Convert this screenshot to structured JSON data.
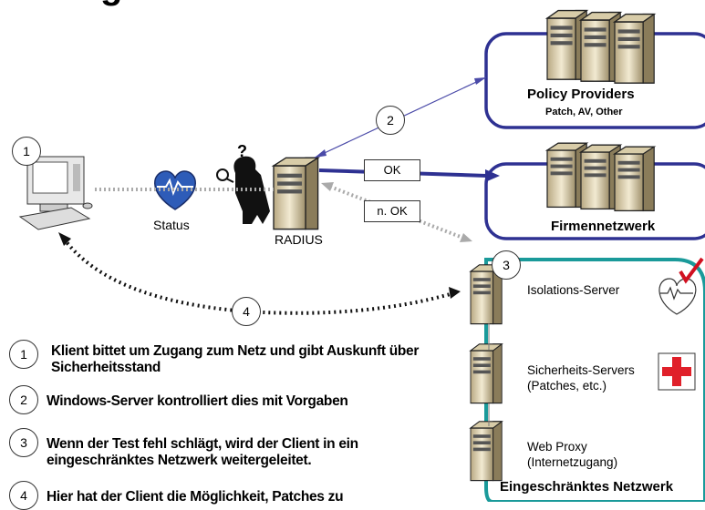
{
  "title_fragment": "g",
  "nodes": {
    "client_step": "1",
    "status_label": "Status",
    "radius_label": "RADIUS",
    "policy_title": "Policy Providers",
    "policy_sub": "Patch, AV, Other",
    "policy_step": "2",
    "ok_label": "OK",
    "nok_label": "n. OK",
    "firmen_label": "Firmennetzwerk",
    "isolation_step": "3",
    "isolation_label": "Isolations-Server",
    "sicherheit_label_1": "Sicherheits-Servers",
    "sicherheit_label_2": "(Patches, etc.)",
    "proxy_label_1": "Web Proxy",
    "proxy_label_2": "(Internetzugang)",
    "restricted_label": "Eingeschränktes Netzwerk",
    "return_step": "4"
  },
  "steps": [
    {
      "num": "1",
      "text_1": "Klient bittet um Zugang zum Netz und gibt Auskunft über",
      "text_2": "Sicherheitsstand"
    },
    {
      "num": "2",
      "text_1": "Windows-Server kontrolliert dies mit Vorgaben",
      "text_2": ""
    },
    {
      "num": "3",
      "text_1": "Wenn der Test fehl schlägt, wird der Client in ein",
      "text_2": "eingeschränktes Netzwerk weitergeleitet."
    },
    {
      "num": "4",
      "text_1": "Hier hat der Client die Möglichkeit, Patches zu",
      "text_2": ""
    }
  ],
  "colors": {
    "accent": "#2e3192",
    "teal": "#1a9a9a",
    "cross": "#e0202a",
    "check": "#d01020"
  }
}
